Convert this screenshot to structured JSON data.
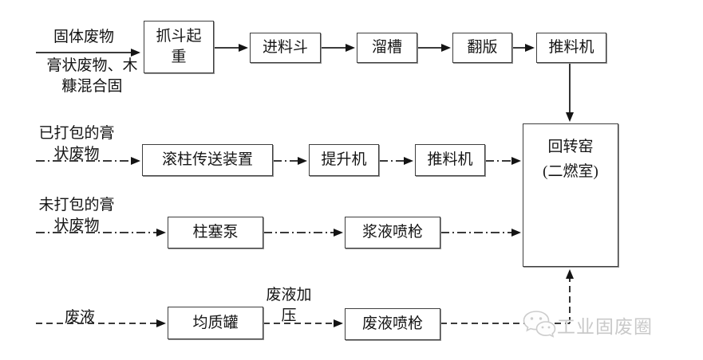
{
  "flowchart": {
    "streams": [
      {
        "name": "solid-waste-stream",
        "label_lines": [
          "固体废物"
        ],
        "sublabel_lines": [
          "膏状废物、木",
          "糠混合固"
        ],
        "line_style": "solid",
        "nodes": [
          "抓斗起重",
          "进料斗",
          "溜槽",
          "翻版",
          "推料机"
        ]
      },
      {
        "name": "packed-paste-stream",
        "label_lines": [
          "已打包的膏",
          "状废物"
        ],
        "line_style": "dash-dot",
        "nodes": [
          "滚柱传送装置",
          "提升机",
          "推料机"
        ]
      },
      {
        "name": "unpacked-paste-stream",
        "label_lines": [
          "未打包的膏",
          "状废物"
        ],
        "line_style": "dash-dot",
        "nodes": [
          "柱塞泵",
          "浆液喷枪"
        ]
      },
      {
        "name": "waste-liquid-stream",
        "label_lines": [
          "废液"
        ],
        "mid_label_lines": [
          "废液加",
          "压"
        ],
        "line_style": "dashed",
        "nodes": [
          "均质罐",
          "废液喷枪"
        ]
      }
    ],
    "kiln": {
      "line1": "回转窑",
      "line2": "(二燃室)"
    },
    "watermark": {
      "text": "工业固废圈",
      "icon": "wechat-bubbles-icon"
    },
    "colors": {
      "background": "#ffffff",
      "line": "#1f1f1f",
      "box_border": "#3f3f3f",
      "text": "#141414",
      "watermark": "#c9c9c9"
    }
  }
}
